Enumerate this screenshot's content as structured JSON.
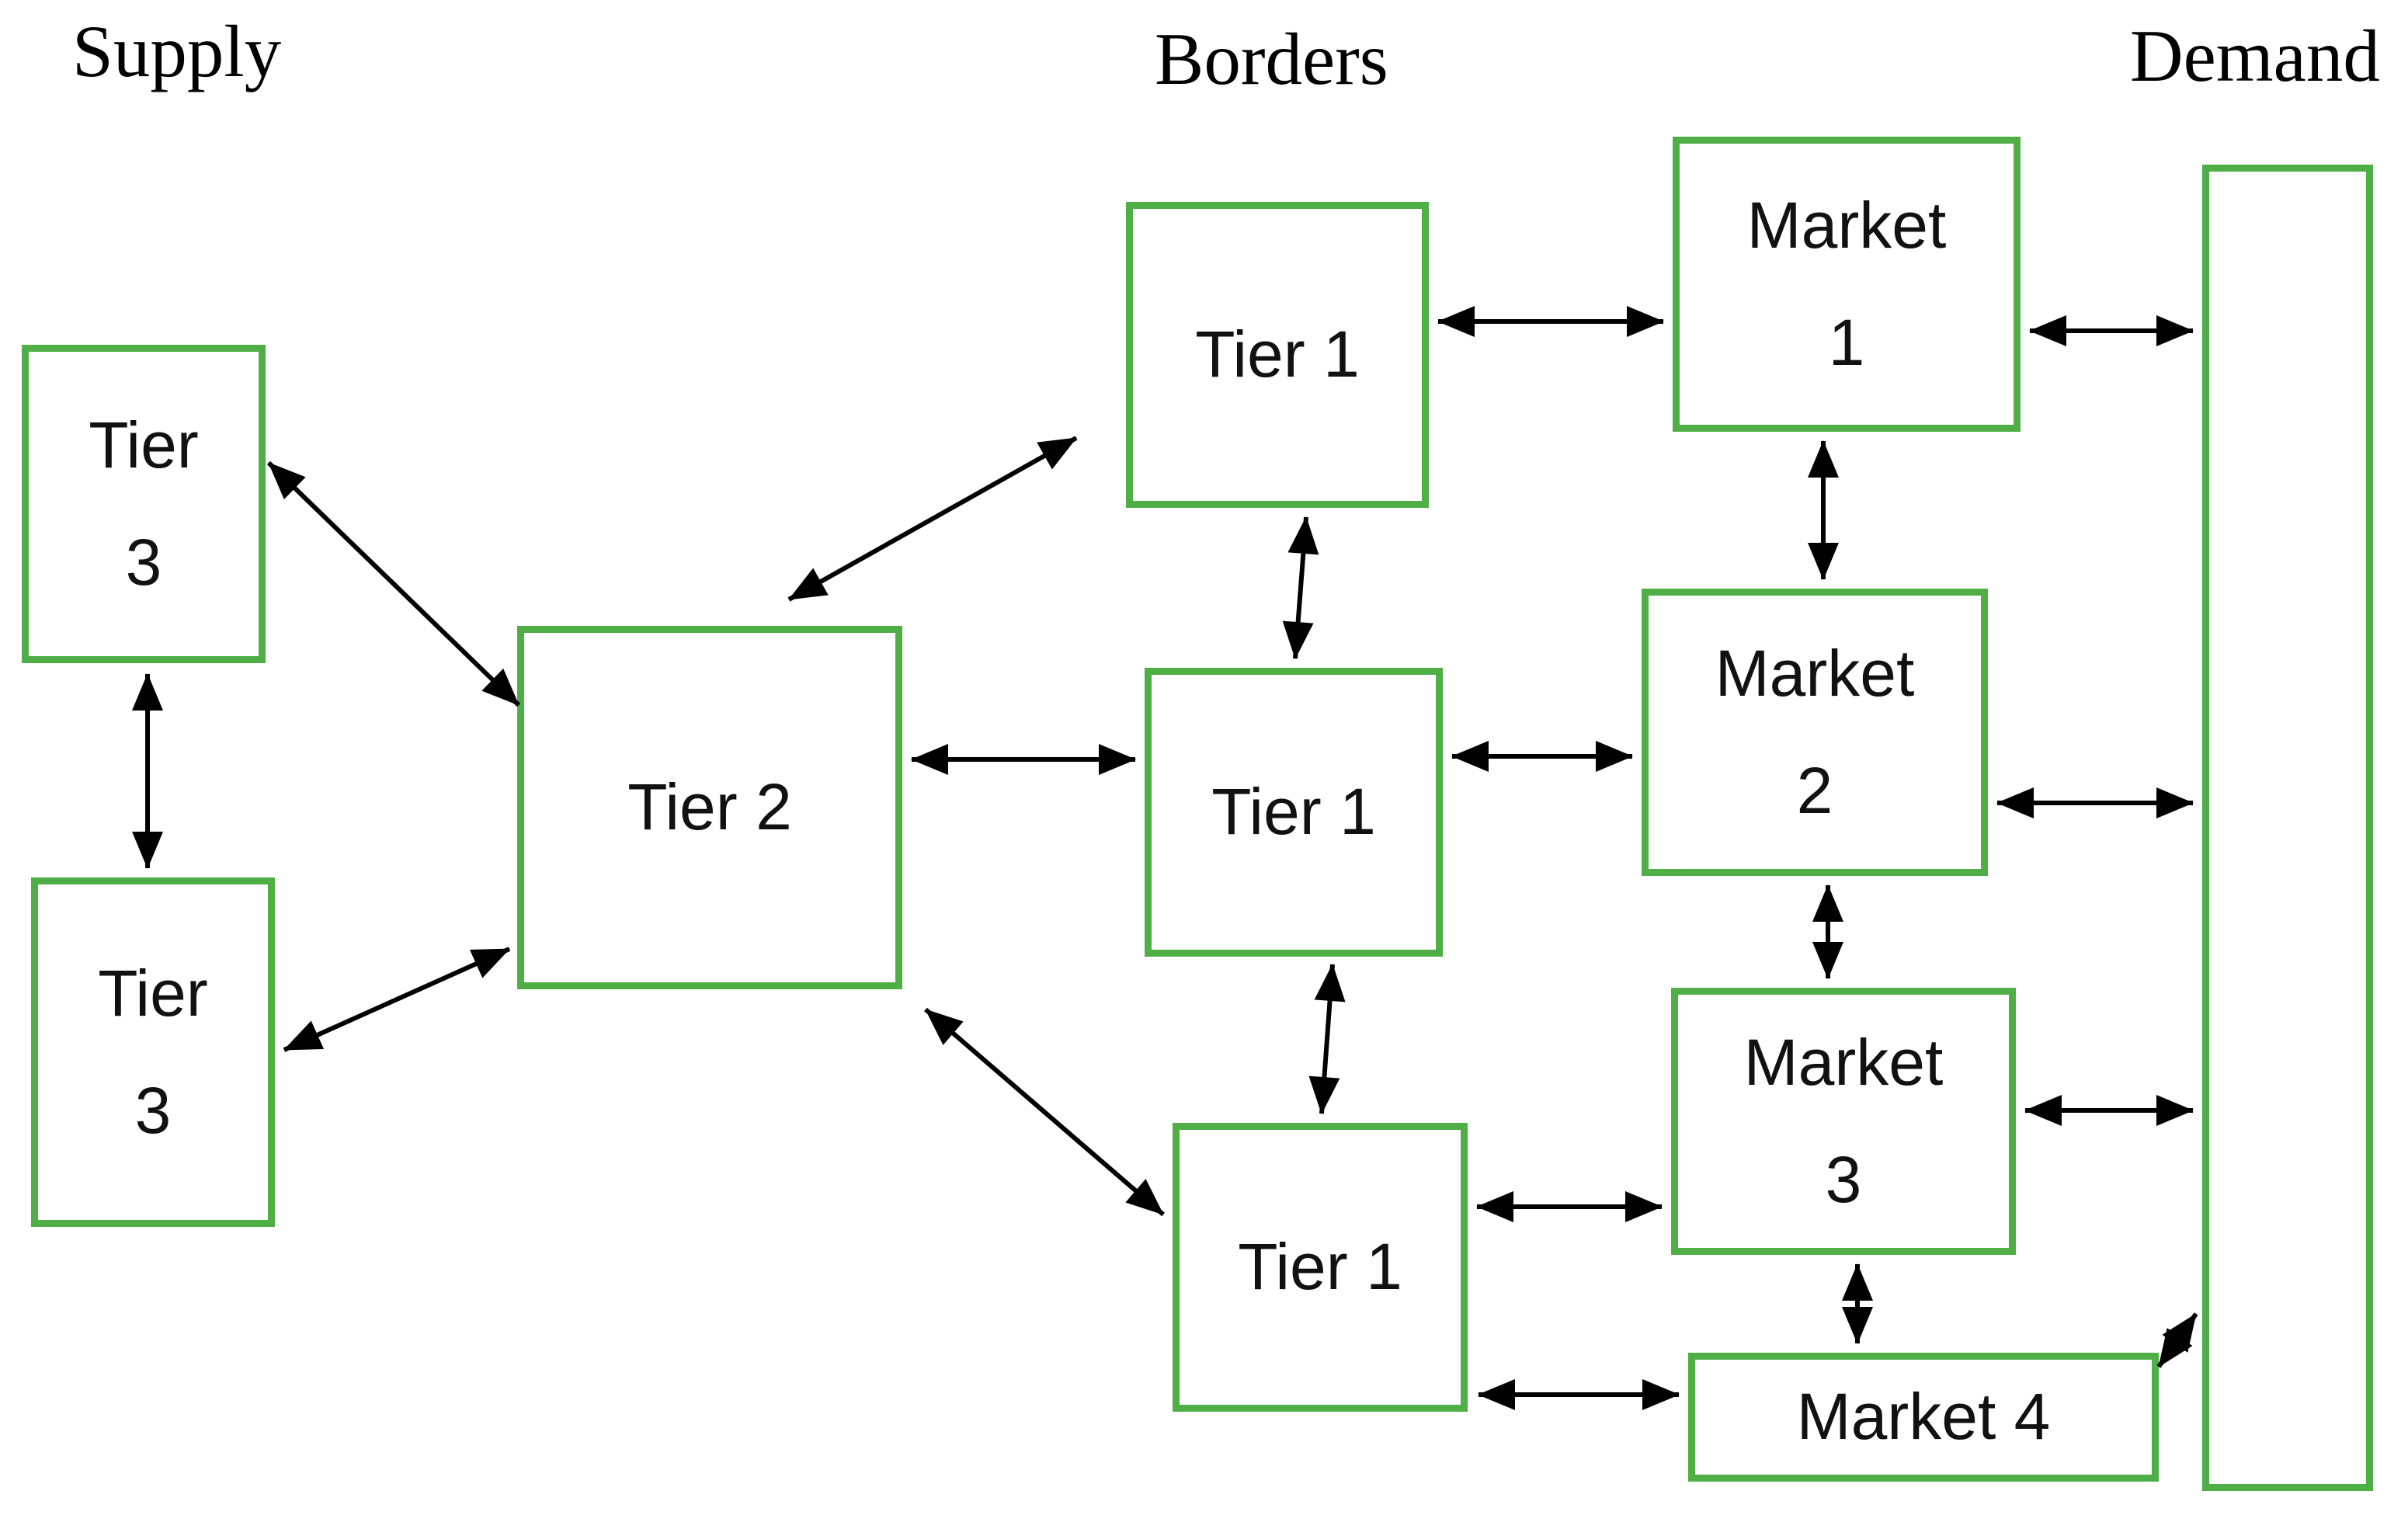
{
  "figure": {
    "title_row": {
      "supply": "Supply",
      "borders": "Borders",
      "demand": "Demand"
    },
    "colors": {
      "box_border": "#4fae46",
      "arrow": "#000000",
      "background": "#ffffff",
      "text": "#111111"
    },
    "nodes": [
      {
        "id": "supply-tier3-top",
        "lines": [
          "Tier",
          "3"
        ]
      },
      {
        "id": "supply-tier3-bottom",
        "lines": [
          "Tier",
          "3"
        ]
      },
      {
        "id": "supply-tier2",
        "lines": [
          "Tier 2"
        ]
      },
      {
        "id": "border-tier1-top",
        "lines": [
          "Tier 1"
        ]
      },
      {
        "id": "border-tier1-middle",
        "lines": [
          "Tier 1"
        ]
      },
      {
        "id": "border-tier1-bottom",
        "lines": [
          "Tier 1"
        ]
      },
      {
        "id": "market-1",
        "lines": [
          "Market",
          "1"
        ]
      },
      {
        "id": "market-2",
        "lines": [
          "Market",
          "2"
        ]
      },
      {
        "id": "market-3",
        "lines": [
          "Market",
          "3"
        ]
      },
      {
        "id": "market-4",
        "lines": [
          "Market 4"
        ]
      },
      {
        "id": "demand-pool",
        "lines": []
      }
    ],
    "edges": [
      {
        "from": "supply-tier3-top",
        "to": "supply-tier3-bottom",
        "arrows": "both"
      },
      {
        "from": "supply-tier3-top",
        "to": "supply-tier2",
        "arrows": "both"
      },
      {
        "from": "supply-tier3-bottom",
        "to": "supply-tier2",
        "arrows": "both"
      },
      {
        "from": "supply-tier2",
        "to": "border-tier1-top",
        "arrows": "both"
      },
      {
        "from": "supply-tier2",
        "to": "border-tier1-middle",
        "arrows": "both"
      },
      {
        "from": "supply-tier2",
        "to": "border-tier1-bottom",
        "arrows": "both"
      },
      {
        "from": "border-tier1-top",
        "to": "border-tier1-middle",
        "arrows": "both"
      },
      {
        "from": "border-tier1-middle",
        "to": "border-tier1-bottom",
        "arrows": "both"
      },
      {
        "from": "border-tier1-top",
        "to": "market-1",
        "arrows": "both"
      },
      {
        "from": "border-tier1-middle",
        "to": "market-2",
        "arrows": "both"
      },
      {
        "from": "border-tier1-bottom",
        "to": "market-3",
        "arrows": "both"
      },
      {
        "from": "border-tier1-bottom",
        "to": "market-4",
        "arrows": "both"
      },
      {
        "from": "market-1",
        "to": "market-2",
        "arrows": "both"
      },
      {
        "from": "market-2",
        "to": "market-3",
        "arrows": "both"
      },
      {
        "from": "market-3",
        "to": "market-4",
        "arrows": "both"
      },
      {
        "from": "market-1",
        "to": "demand-pool",
        "arrows": "both"
      },
      {
        "from": "market-2",
        "to": "demand-pool",
        "arrows": "both"
      },
      {
        "from": "market-3",
        "to": "demand-pool",
        "arrows": "both"
      },
      {
        "from": "market-4",
        "to": "demand-pool",
        "arrows": "both"
      }
    ]
  }
}
